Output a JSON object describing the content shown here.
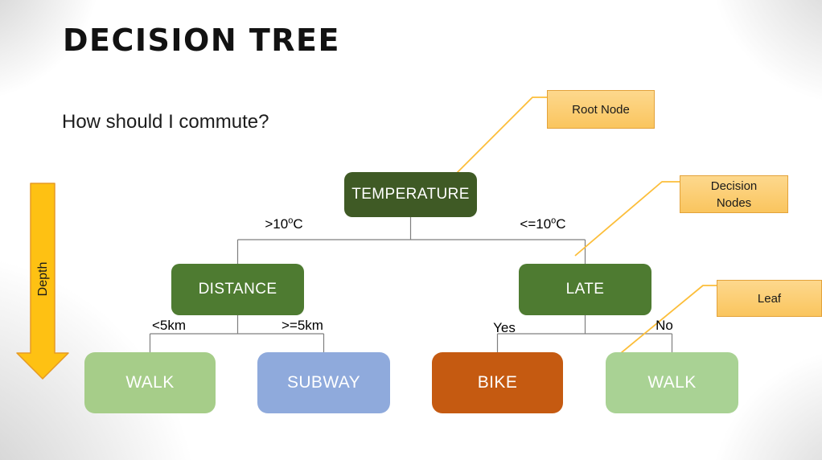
{
  "slide": {
    "title": "DECISION TREE",
    "question": "How should I commute?",
    "depth_label": "Depth"
  },
  "nodes": {
    "temperature": "TEMPERATURE",
    "distance": "DISTANCE",
    "late": "LATE",
    "walk_left": "WALK",
    "subway": "SUBWAY",
    "bike": "BIKE",
    "walk_right": "WALK"
  },
  "branches": {
    "warm": {
      "prefix": ">10",
      "sup": "o",
      "suffix": "C"
    },
    "cold": {
      "prefix": "<=10",
      "sup": "o",
      "suffix": "C"
    },
    "near": "<5km",
    "far": ">=5km",
    "yes": "Yes",
    "no": "No"
  },
  "callouts": {
    "root": "Root Node",
    "decision_line1": "Decision",
    "decision_line2": "Nodes",
    "leaf": "Leaf"
  },
  "colors": {
    "root_node_fill": "#3f5a25",
    "decision_node_fill": "#4e7b31",
    "leaf_walk_left": "#a6cd89",
    "leaf_walk_right": "#a9d294",
    "leaf_subway": "#8faadc",
    "leaf_bike": "#c55a11",
    "callout_fill": "#fbcd74",
    "callout_border": "#e3a23a",
    "depth_arrow": "#fec113",
    "connector_line": "#7f7f7f",
    "leader_line": "#fcbe3a"
  }
}
